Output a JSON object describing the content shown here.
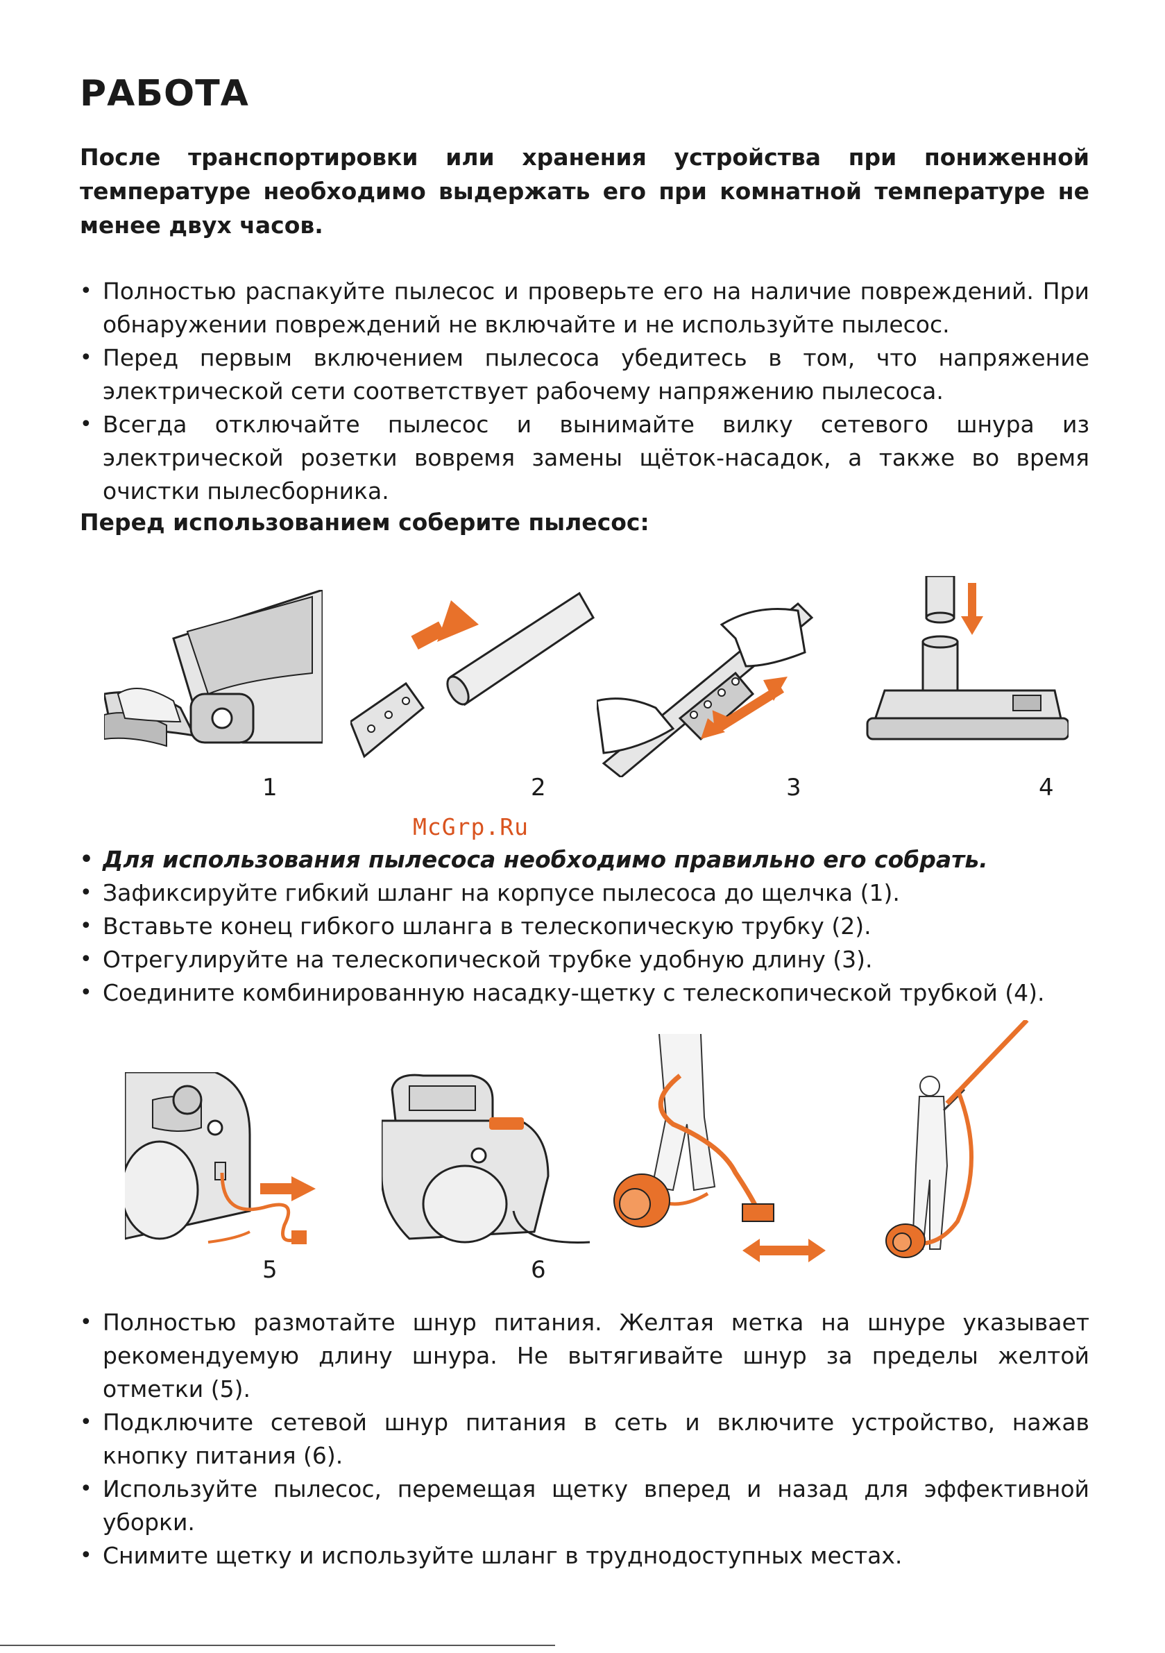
{
  "title": "РАБОТА",
  "warning": "После транспортировки или хранения устройства при пониженной температуре необходимо выдержать его при комнатной температуре не менее двух часов.",
  "intro_bullets": [
    "Полностью распакуйте пылесос и проверьте его на наличие повреждений. При обнаружении повреждений не включайте и не используйте пылесос.",
    "Перед первым включением пылесоса убедитесь в том, что напряжение электрической сети соответствует рабочему напряжению пылесоса.",
    "Всегда отключайте пылесос и вынимайте вилку сетевого шнура из электрической розетки вовремя замены щёток-насадок, а также во время очистки пылесборника."
  ],
  "assembly_heading": "Перед использованием соберите пылесос:",
  "figure_numbers": {
    "f1": "1",
    "f2": "2",
    "f3": "3",
    "f4": "4",
    "f5": "5",
    "f6": "6"
  },
  "watermark": "McGrp.Ru",
  "assembly_bullets": [
    "Для использования пылесоса необходимо правильно его собрать.",
    "Зафиксируйте гибкий шланг на корпусе пылесоса до щелчка (1).",
    "Вставьте конец гибкого шланга в телескопическую трубку (2).",
    "Отрегулируйте на телескопической трубке удобную длину (3).",
    "Соедините комбинированную насадку-щетку с телескопической трубкой (4)."
  ],
  "usage_bullets": [
    "Полностью размотайте шнур питания. Желтая метка на шнуре указывает рекомендуемую длину шнура. Не вытягивайте шнур за пределы желтой отметки (5).",
    "Подключите сетевой шнур питания в сеть и включите устройство, нажав кнопку питания (6).",
    "Используйте пылесос, перемещая щетку вперед и назад для эффективной уборки.",
    "Снимите щетку и используйте шланг в труднодоступных местах."
  ],
  "colors": {
    "accent": "#e8712a",
    "body_fill": "#e6e6e6",
    "line": "#222222"
  }
}
